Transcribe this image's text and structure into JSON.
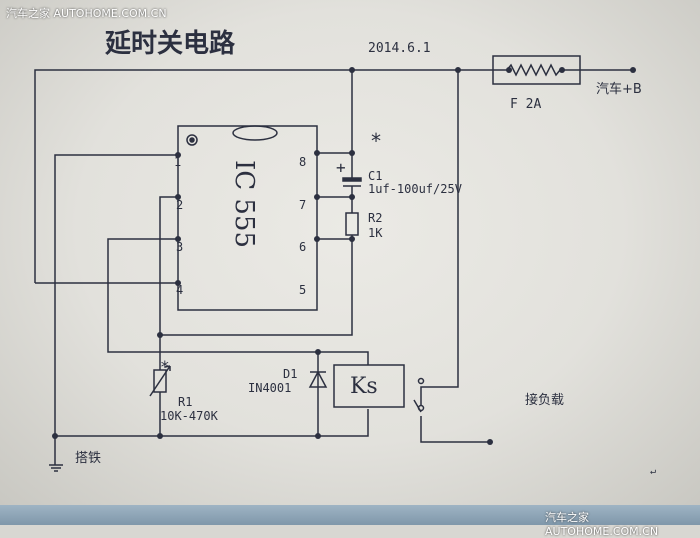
{
  "watermark": "汽车之家 AUTOHOME.COM.CN",
  "title": "延时关电路",
  "date": "2014.6.1",
  "fuse": {
    "label": "F 2A"
  },
  "supply_label": "汽车+B",
  "ic": {
    "label": "IC 555",
    "pins": [
      "1",
      "2",
      "3",
      "4",
      "5",
      "6",
      "7",
      "8"
    ]
  },
  "c1": {
    "name": "C1",
    "value": "1uf-100uf/25V",
    "polarity": "+",
    "mark": "*"
  },
  "r2": {
    "name": "R2",
    "value": "1K"
  },
  "r1": {
    "name": "R1",
    "value": "10K-470K",
    "mark": "*"
  },
  "d1": {
    "name": "D1",
    "value": "IN4001"
  },
  "relay": {
    "label": "Ks"
  },
  "load_label": "接负载",
  "ground_label": "搭铁",
  "return_mark": "↵"
}
